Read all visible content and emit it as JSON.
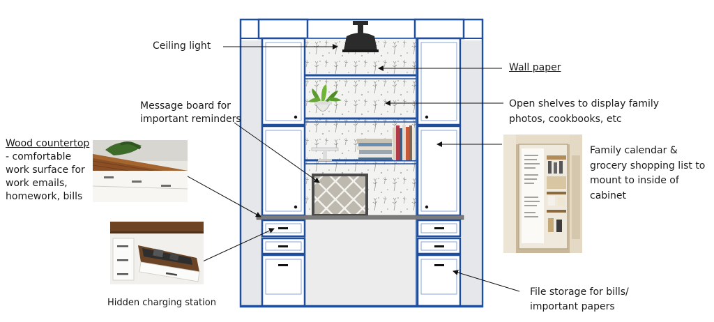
{
  "labels": {
    "ceiling_light": "Ceiling light",
    "wall_paper": "Wall paper",
    "open_shelves_1": "Open shelves to display family",
    "open_shelves_2": "photos, cookbooks, etc",
    "message_board_1": "Message board for",
    "message_board_2": "important reminders",
    "wood_countertop_title": "Wood countertop",
    "wood_countertop_1": "- comfortable",
    "wood_countertop_2": "work surface for",
    "wood_countertop_3": "work emails,",
    "wood_countertop_4": "homework, bills",
    "family_calendar_1": "Family calendar &",
    "family_calendar_2": "grocery shopping list to",
    "family_calendar_3": "mount to inside of",
    "family_calendar_4": "cabinet",
    "hidden_charging": "Hidden charging station",
    "file_storage_1": "File storage for bills/",
    "file_storage_2": "important papers"
  },
  "colors": {
    "cabinet_outline": "#1f4e9c",
    "side_panel": "#e6e7ea",
    "countertop": "#7a7a7a",
    "arrow": "#111111"
  }
}
